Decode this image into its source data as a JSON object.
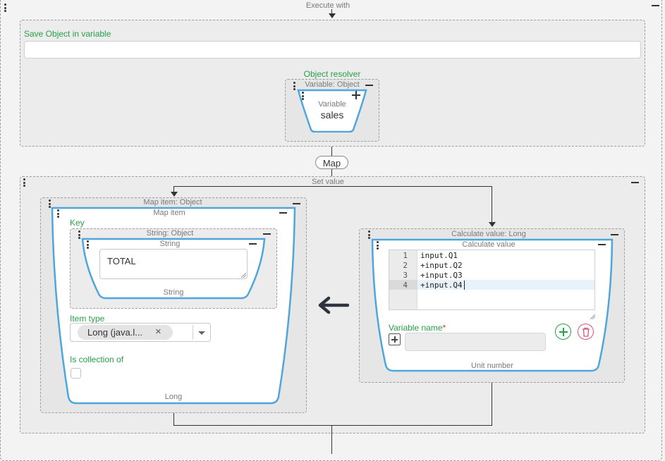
{
  "execute_with": {
    "label": "Execute with"
  },
  "save_object": {
    "label": "Save Object in variable",
    "input_value": "",
    "resolver_label": "Object resolver",
    "variable_box_label": "Variable: Object",
    "variable_type_text": "Variable",
    "variable_value": "sales"
  },
  "map_chip": {
    "label": "Map"
  },
  "set_value": {
    "label": "Set value"
  },
  "map_item": {
    "outer_label": "Map item: Object",
    "inner_label": "Map item",
    "key_label": "Key",
    "string_box_label": "String: Object",
    "string_inner_label": "String",
    "string_value": "TOTAL",
    "string_footer": "String",
    "item_type_label": "Item type",
    "item_type_chip": "Long (java.l...",
    "item_type_remove": "×",
    "is_collection_label": "Is collection of",
    "footer": "Long"
  },
  "calculate": {
    "outer_label": "Calculate value: Long",
    "inner_label": "Calculate value",
    "lines": [
      {
        "num": "1",
        "text": "input.Q1"
      },
      {
        "num": "2",
        "text": "+input.Q2"
      },
      {
        "num": "3",
        "text": "+input.Q3"
      },
      {
        "num": "4",
        "text": "+input.Q4"
      }
    ],
    "variable_name_label": "Variable name",
    "required_mark": "*",
    "footer": "Unit number"
  },
  "colors": {
    "accent_blue": "#4da6dc",
    "green": "#27a047",
    "red": "#d9536f"
  }
}
